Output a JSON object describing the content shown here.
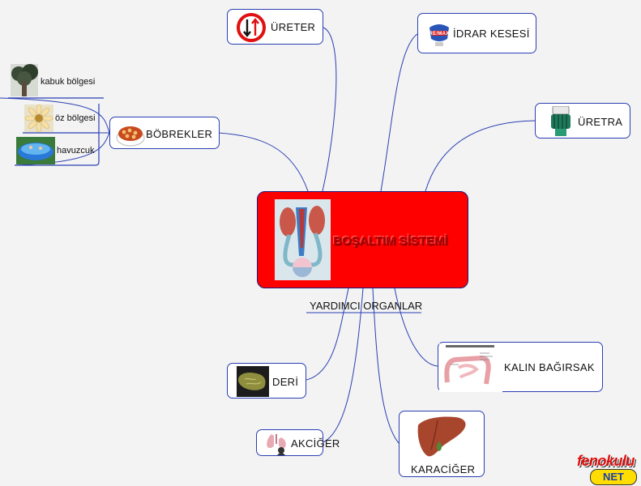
{
  "central": {
    "label": "BOŞALTIM SİSTEMİ"
  },
  "nodes": {
    "ureter": "ÜRETER",
    "idrar_kesesi": "İDRAR KESESİ",
    "uretra": "ÜRETRA",
    "bobrekler": "BÖBREKLER",
    "kalin_bagirsak": "KALIN BAĞIRSAK",
    "deri": "DERİ",
    "akciger": "AKCİĞER",
    "karaciger": "KARACİĞER"
  },
  "leaves": {
    "kabuk_bolgesi": "kabuk bölgesi",
    "oz_bolgesi": "öz bölgesi",
    "havuzcuk": "havuzcuk"
  },
  "branch": {
    "yardimci_organlar": "YARDIMCI ORGANLAR"
  },
  "watermark": {
    "top": "fenokulu",
    "bottom": "NET"
  },
  "colors": {
    "central_fill": "#ff0000",
    "central_text": "#d00000",
    "node_border": "#2a3fb3",
    "background": "#f3f3f3"
  },
  "icons": [
    "kidney-system-illustration-icon",
    "no-entry-arrows-icon",
    "balloon-logo-icon",
    "hose-connector-icon",
    "bean-bowl-icon",
    "tree-photo-icon",
    "flower-photo-icon",
    "pool-photo-icon",
    "intestine-diagram-icon",
    "skin-texture-icon",
    "lungs-icon",
    "liver-icon"
  ]
}
